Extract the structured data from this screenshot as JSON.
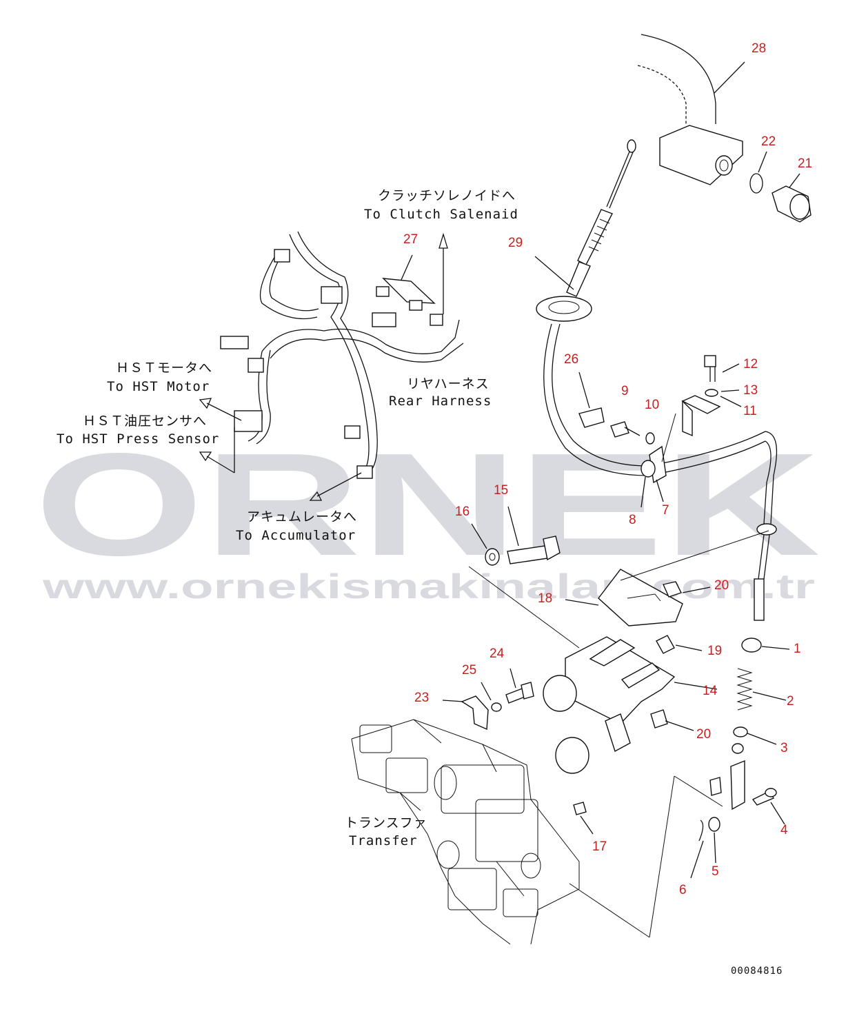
{
  "watermark": {
    "brand": "ORNEK",
    "url": "www.ornekismakinalari.com.tr"
  },
  "figure_code": "00084816",
  "labels": {
    "clutch_solenoid_jp": "クラッチソレノイドへ",
    "clutch_solenoid_en": "To Clutch Salenaid",
    "hst_motor_jp": "ＨＳＴモータへ",
    "hst_motor_en": "To HST Motor",
    "hst_press_jp": "ＨＳＴ油圧センサへ",
    "hst_press_en": "To HST Press Sensor",
    "rear_harness_jp": "リヤハーネス",
    "rear_harness_en": "Rear Harness",
    "accumulator_jp": "アキュムレータへ",
    "accumulator_en": "To Accumulator",
    "transfer_jp": "トランスファ",
    "transfer_en": "Transfer"
  },
  "callouts": [
    "1",
    "2",
    "3",
    "4",
    "5",
    "6",
    "7",
    "8",
    "9",
    "10",
    "11",
    "12",
    "13",
    "14",
    "15",
    "16",
    "17",
    "18",
    "19",
    "20",
    "20",
    "21",
    "22",
    "23",
    "24",
    "25",
    "26",
    "27",
    "28",
    "29"
  ]
}
